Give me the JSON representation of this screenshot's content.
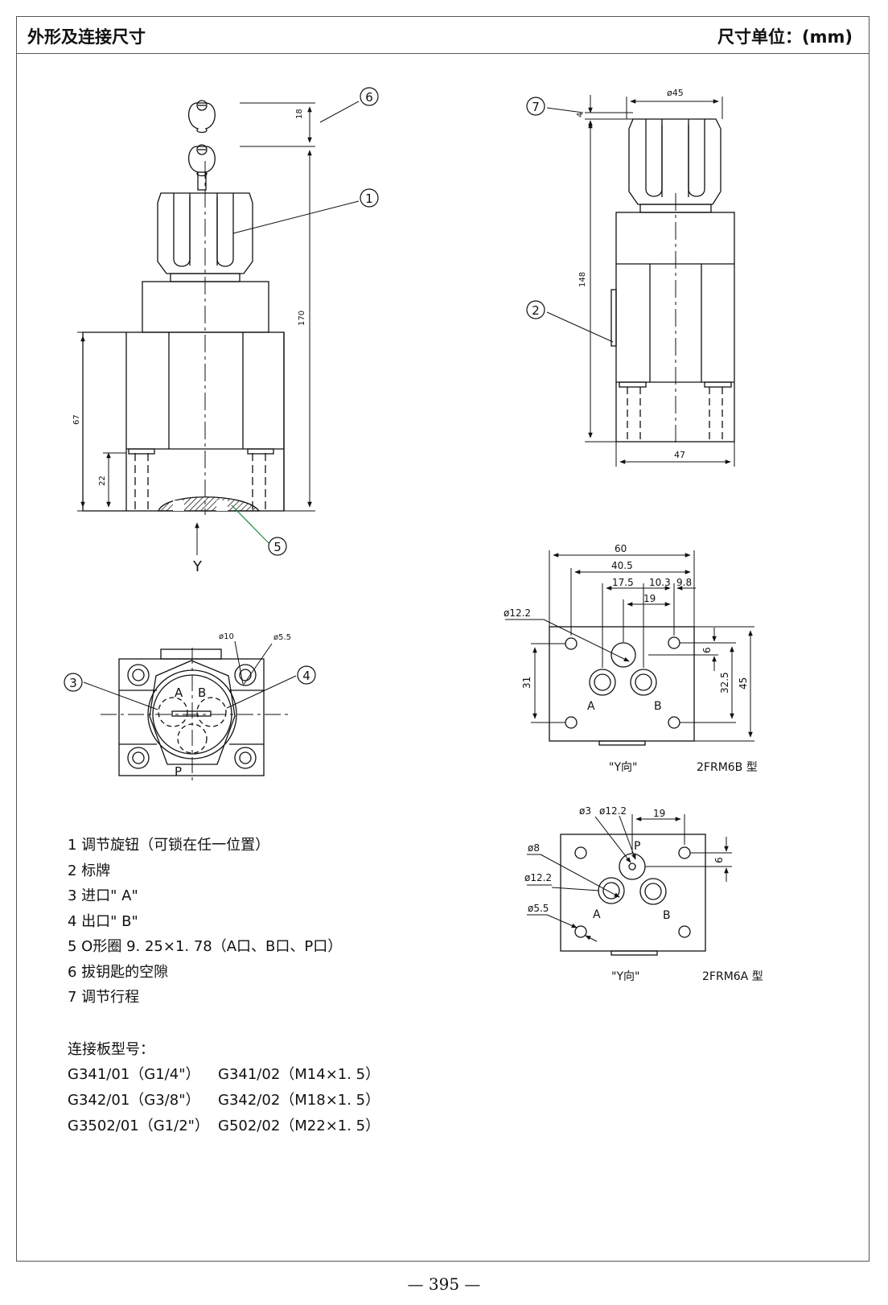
{
  "header": {
    "title": "外形及连接尺寸",
    "unit": "尺寸单位：(mm)"
  },
  "side_view": {
    "dim_key_clearance": "18",
    "dim_total_height": "170",
    "dim_body_height": "67",
    "dim_port_depth": "22",
    "view_arrow_label": "Y"
  },
  "front_view": {
    "dim_knob_dia": "ø45",
    "dim_adjust_travel": "4",
    "dim_height": "148",
    "dim_width": "47"
  },
  "plan_view": {
    "dim_dia10": "ø10",
    "dim_dia55": "ø5.5",
    "label_a": "A",
    "label_b": "B",
    "label_p": "P"
  },
  "callouts": [
    "1",
    "2",
    "3",
    "4",
    "5",
    "6",
    "7"
  ],
  "pattern_6b": {
    "dim_60": "60",
    "dim_405": "40.5",
    "dim_175": "17.5",
    "dim_103": "10.3",
    "dim_98": "9.8",
    "dim_19": "19",
    "dim_122": "ø12.2",
    "dim_31": "31",
    "dim_6": "6",
    "dim_325": "32.5",
    "dim_45": "45",
    "label_a": "A",
    "label_b": "B",
    "view": "\"Y向\"",
    "model": "2FRM6B 型"
  },
  "pattern_6a": {
    "dim_3": "ø3",
    "dim_122_top": "ø12.2",
    "dim_19": "19",
    "dim_8": "ø8",
    "dim_122_left": "ø12.2",
    "dim_55": "ø5.5",
    "dim_6": "6",
    "label_p": "P",
    "label_a": "A",
    "label_b": "B",
    "view": "\"Y向\"",
    "model": "2FRM6A 型"
  },
  "legend": [
    "1 调节旋钮（可锁在任一位置）",
    "2 标牌",
    "3 进口\" A\"",
    "4 出口\" B\"",
    "5 O形圈 9. 25×1. 78（A口、B口、P口）",
    "6 拔钥匙的空隙",
    "7 调节行程"
  ],
  "plates_title": "连接板型号：",
  "plates": [
    [
      "G341/01（G1/4\"）",
      "G341/02（M14×1. 5）"
    ],
    [
      "G342/01（G3/8\"）",
      "G342/02（M18×1. 5）"
    ],
    [
      "G3502/01（G1/2\"）",
      "G502/02（M22×1. 5）"
    ]
  ],
  "page_number": "— 395 —"
}
